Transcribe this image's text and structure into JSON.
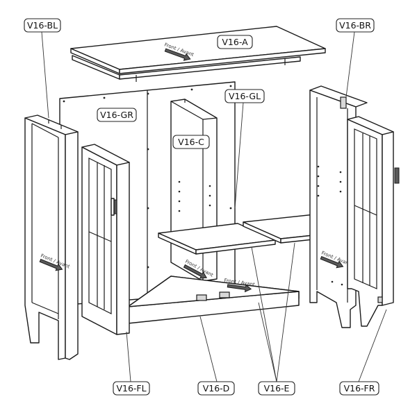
{
  "labels": {
    "bl": "V16-BL",
    "br": "V16-BR",
    "a": "V16-A",
    "gl": "V16-GL",
    "gr": "V16-GR",
    "c": "V16-C",
    "fl": "V16-FL",
    "d": "V16-D",
    "e": "V16-E",
    "fr": "V16-FR"
  },
  "orientation_mark": "Front / Avant"
}
